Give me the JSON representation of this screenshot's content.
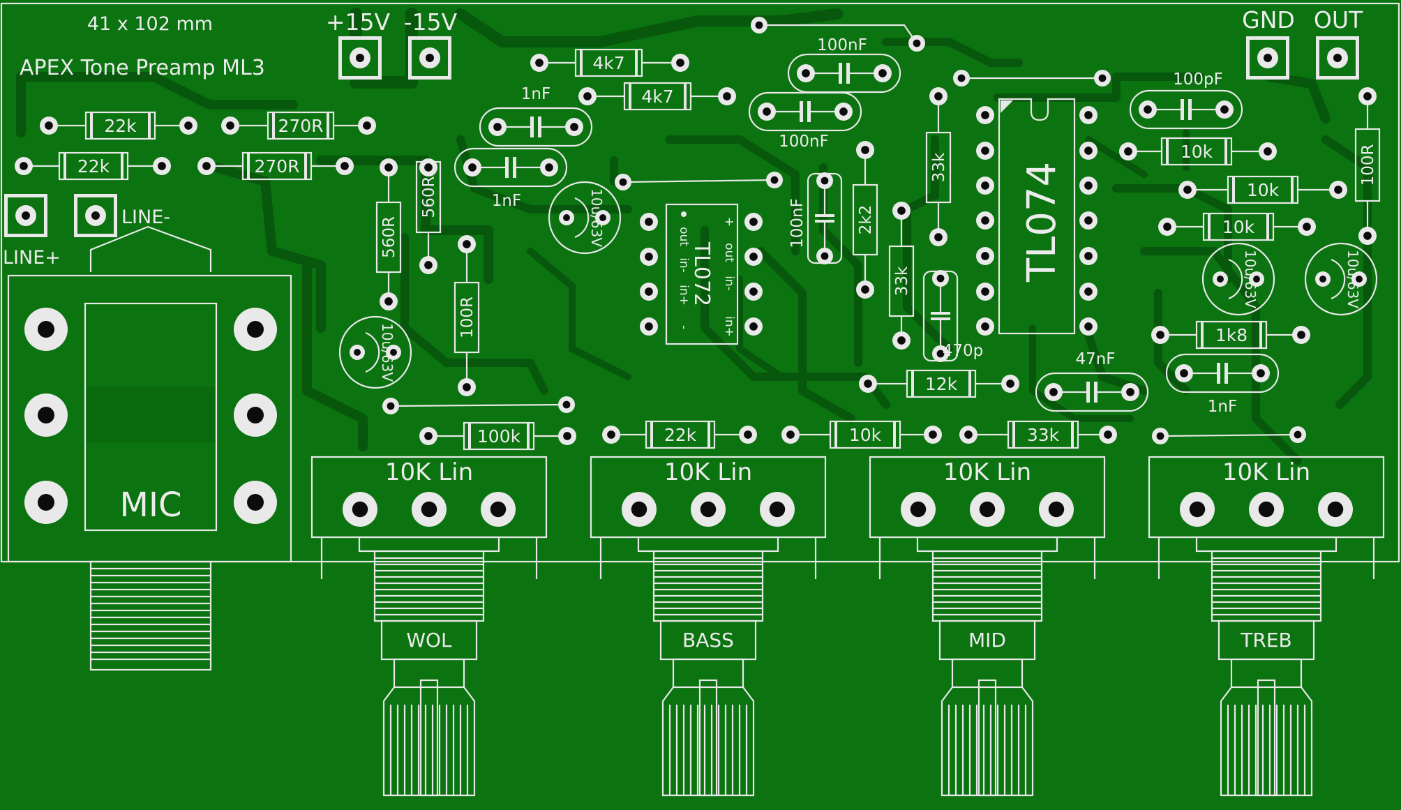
{
  "board": {
    "size_label": "41 x 102 mm",
    "title": "APEX Tone Preamp ML3",
    "colors": {
      "board": "#0b7310",
      "trace": "#07570c",
      "silkscreen": "#e8e8e8",
      "drill": "#0c0c0c"
    }
  },
  "connectors": [
    {
      "id": "pwr-pos",
      "label": "+15V"
    },
    {
      "id": "pwr-neg",
      "label": "-15V"
    },
    {
      "id": "gnd",
      "label": "GND"
    },
    {
      "id": "out",
      "label": "OUT"
    },
    {
      "id": "line-pos",
      "label": "LINE+"
    },
    {
      "id": "line-neg",
      "label": "LINE-"
    }
  ],
  "jack": {
    "label": "MIC"
  },
  "ics": [
    {
      "id": "u1",
      "part": "TL072",
      "pin_labels": [
        "out",
        "in-",
        "in+",
        "-",
        "+",
        "out",
        "in-",
        "in+"
      ]
    },
    {
      "id": "u2",
      "part": "TL074"
    }
  ],
  "resistors": [
    {
      "id": "r1",
      "value": "22k"
    },
    {
      "id": "r2",
      "value": "22k"
    },
    {
      "id": "r3",
      "value": "270R"
    },
    {
      "id": "r4",
      "value": "270R"
    },
    {
      "id": "r5",
      "value": "560R"
    },
    {
      "id": "r6",
      "value": "560R"
    },
    {
      "id": "r7",
      "value": "4k7"
    },
    {
      "id": "r8",
      "value": "4k7"
    },
    {
      "id": "r9",
      "value": "100R"
    },
    {
      "id": "r10",
      "value": "100k"
    },
    {
      "id": "r11",
      "value": "22k"
    },
    {
      "id": "r12",
      "value": "10k"
    },
    {
      "id": "r13",
      "value": "33k"
    },
    {
      "id": "r14",
      "value": "2k2"
    },
    {
      "id": "r15",
      "value": "33k"
    },
    {
      "id": "r16",
      "value": "33k"
    },
    {
      "id": "r17",
      "value": "12k"
    },
    {
      "id": "r18",
      "value": "10k"
    },
    {
      "id": "r19",
      "value": "10k"
    },
    {
      "id": "r20",
      "value": "10k"
    },
    {
      "id": "r21",
      "value": "100R"
    },
    {
      "id": "r22",
      "value": "1k8"
    }
  ],
  "capacitors": [
    {
      "id": "c1",
      "value": "1nF"
    },
    {
      "id": "c2",
      "value": "1nF"
    },
    {
      "id": "c3",
      "value": "100nF"
    },
    {
      "id": "c4",
      "value": "100nF"
    },
    {
      "id": "c5",
      "value": "100nF"
    },
    {
      "id": "c6",
      "value": "470p"
    },
    {
      "id": "c7",
      "value": "47nF"
    },
    {
      "id": "c8",
      "value": "100pF"
    },
    {
      "id": "c9",
      "value": "1nF"
    }
  ],
  "electrolytics": [
    {
      "id": "e1",
      "value": "10u/63V"
    },
    {
      "id": "e2",
      "value": "10u/63V"
    },
    {
      "id": "e3",
      "value": "10u/63V"
    },
    {
      "id": "e4",
      "value": "10u/63V"
    }
  ],
  "pots": [
    {
      "id": "p1",
      "value": "10K Lin",
      "label": "WOL"
    },
    {
      "id": "p2",
      "value": "10K Lin",
      "label": "BASS"
    },
    {
      "id": "p3",
      "value": "10K Lin",
      "label": "MID"
    },
    {
      "id": "p4",
      "value": "10K Lin",
      "label": "TREB"
    }
  ]
}
